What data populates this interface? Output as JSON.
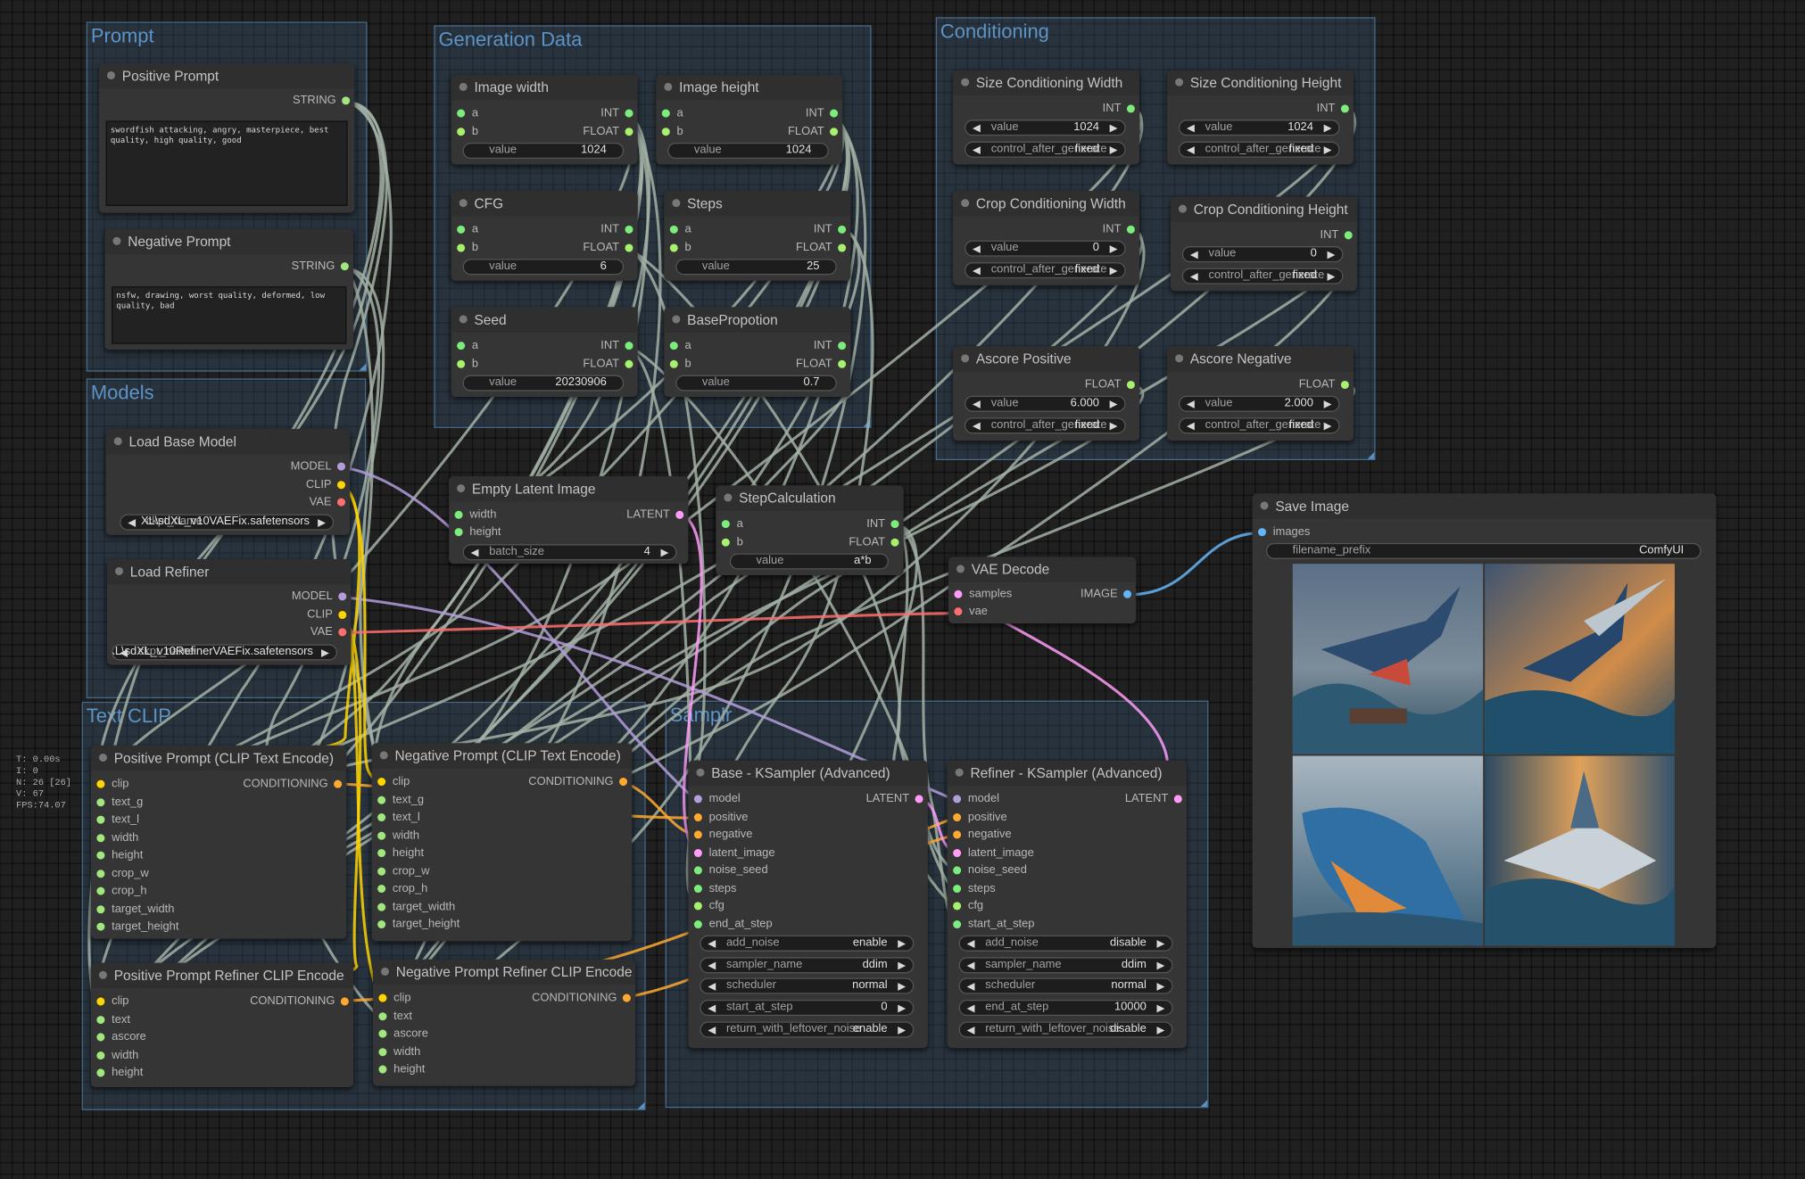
{
  "colors": {
    "model": "#b39ddb",
    "clip": "#ffd500",
    "vae": "#ff6e6e",
    "conditioning": "#ffa931",
    "latent": "#ff9cf9",
    "image": "#64b5f6",
    "string": "#a1e67e",
    "int": "#7ced7c",
    "float": "#a7f16e",
    "wire_grey": "#a3b2a6"
  },
  "stats": [
    "T: 0.00s",
    "I: 0",
    "N: 26 [26]",
    "V: 67",
    "FPS:74.07"
  ],
  "groups": {
    "prompt": "Prompt",
    "generation": "Generation Data",
    "conditioning": "Conditioning",
    "models": "Models",
    "text_clip": "Text CLIP",
    "sampler": "Samplr"
  },
  "nodes": {
    "positive_prompt": {
      "title": "Positive Prompt",
      "output": "STRING",
      "text": "swordfish attacking, angry,  masterpiece, best quality, high quality, good"
    },
    "negative_prompt": {
      "title": "Negative Prompt",
      "output": "STRING",
      "text": "nsfw, drawing, worst quality, deformed, low quality, bad"
    },
    "image_width": {
      "title": "Image width",
      "a": "a",
      "b": "b",
      "int": "INT",
      "float": "FLOAT",
      "wl": "value",
      "wv": "1024"
    },
    "image_height": {
      "title": "Image height",
      "a": "a",
      "b": "b",
      "int": "INT",
      "float": "FLOAT",
      "wl": "value",
      "wv": "1024"
    },
    "cfg": {
      "title": "CFG",
      "a": "a",
      "b": "b",
      "int": "INT",
      "float": "FLOAT",
      "wl": "value",
      "wv": "6"
    },
    "steps": {
      "title": "Steps",
      "a": "a",
      "b": "b",
      "int": "INT",
      "float": "FLOAT",
      "wl": "value",
      "wv": "25"
    },
    "seed": {
      "title": "Seed",
      "a": "a",
      "b": "b",
      "int": "INT",
      "float": "FLOAT",
      "wl": "value",
      "wv": "20230906"
    },
    "base_propotion": {
      "title": "BasePropotion",
      "a": "a",
      "b": "b",
      "int": "INT",
      "float": "FLOAT",
      "wl": "value",
      "wv": "0.7"
    },
    "size_cond_width": {
      "title": "Size Conditioning Width",
      "out": "INT",
      "w1l": "value",
      "w1v": "1024",
      "w2l": "control_after_generate",
      "w2v": "fixed"
    },
    "size_cond_height": {
      "title": "Size Conditioning Height",
      "out": "INT",
      "w1l": "value",
      "w1v": "1024",
      "w2l": "control_after_generate",
      "w2v": "fixed"
    },
    "crop_cond_width": {
      "title": "Crop Conditioning Width",
      "out": "INT",
      "w1l": "value",
      "w1v": "0",
      "w2l": "control_after_generate",
      "w2v": "fixed"
    },
    "crop_cond_height": {
      "title": "Crop Conditioning Height",
      "out": "INT",
      "w1l": "value",
      "w1v": "0",
      "w2l": "control_after_generate",
      "w2v": "fixed"
    },
    "ascore_positive": {
      "title": "Ascore Positive",
      "out": "FLOAT",
      "w1l": "value",
      "w1v": "6.000",
      "w2l": "control_after_generate",
      "w2v": "fixed"
    },
    "ascore_negative": {
      "title": "Ascore Negative",
      "out": "FLOAT",
      "w1l": "value",
      "w1v": "2.000",
      "w2l": "control_after_generate",
      "w2v": "fixed"
    },
    "load_base": {
      "title": "Load Base Model",
      "model": "MODEL",
      "clip": "CLIP",
      "vae": "VAE",
      "ckpt_label": "ckpt_name",
      "ckpt": "XL\\sdXL_v10VAEFix.safetensors"
    },
    "load_refiner": {
      "title": "Load Refiner",
      "model": "MODEL",
      "clip": "CLIP",
      "vae": "VAE",
      "ckpt_label": "ckpt_name",
      "ckpt": "XL\\sdXL_v10RefinerVAEFix.safetensors"
    },
    "empty_latent": {
      "title": "Empty Latent Image",
      "width": "width",
      "height": "height",
      "out": "LATENT",
      "wl": "batch_size",
      "wv": "4"
    },
    "step_calc": {
      "title": "StepCalculation",
      "a": "a",
      "b": "b",
      "int": "INT",
      "float": "FLOAT",
      "wl": "value",
      "wv": "a*b"
    },
    "vae_decode": {
      "title": "VAE Decode",
      "samples": "samples",
      "vae": "vae",
      "out": "IMAGE"
    },
    "save_image": {
      "title": "Save Image",
      "images": "images",
      "wl": "filename_prefix",
      "wv": "ComfyUI"
    },
    "pos_clip": {
      "title": "Positive Prompt (CLIP Text Encode)",
      "out": "CONDITIONING",
      "inputs": [
        "clip",
        "text_g",
        "text_l",
        "width",
        "height",
        "crop_w",
        "crop_h",
        "target_width",
        "target_height"
      ]
    },
    "neg_clip": {
      "title": "Negative Prompt (CLIP Text Encode)",
      "out": "CONDITIONING",
      "inputs": [
        "clip",
        "text_g",
        "text_l",
        "width",
        "height",
        "crop_w",
        "crop_h",
        "target_width",
        "target_height"
      ]
    },
    "pos_ref_clip": {
      "title": "Positive Prompt Refiner CLIP Encode",
      "out": "CONDITIONING",
      "inputs": [
        "clip",
        "text",
        "ascore",
        "width",
        "height"
      ]
    },
    "neg_ref_clip": {
      "title": "Negative Prompt Refiner CLIP Encode",
      "out": "CONDITIONING",
      "inputs": [
        "clip",
        "text",
        "ascore",
        "width",
        "height"
      ]
    },
    "base_ksampler": {
      "title": "Base - KSampler (Advanced)",
      "out": "LATENT",
      "inputs": [
        "model",
        "positive",
        "negative",
        "latent_image",
        "noise_seed",
        "steps",
        "cfg",
        "end_at_step"
      ],
      "widgets": [
        {
          "l": "add_noise",
          "v": "enable"
        },
        {
          "l": "sampler_name",
          "v": "ddim"
        },
        {
          "l": "scheduler",
          "v": "normal"
        },
        {
          "l": "start_at_step",
          "v": "0"
        },
        {
          "l": "return_with_leftover_noise",
          "v": "enable"
        }
      ]
    },
    "refiner_ksampler": {
      "title": "Refiner - KSampler (Advanced)",
      "out": "LATENT",
      "inputs": [
        "model",
        "positive",
        "negative",
        "latent_image",
        "noise_seed",
        "steps",
        "cfg",
        "start_at_step"
      ],
      "widgets": [
        {
          "l": "add_noise",
          "v": "disable"
        },
        {
          "l": "sampler_name",
          "v": "ddim"
        },
        {
          "l": "scheduler",
          "v": "normal"
        },
        {
          "l": "end_at_step",
          "v": "10000"
        },
        {
          "l": "return_with_leftover_noise",
          "v": "disable"
        }
      ]
    }
  }
}
